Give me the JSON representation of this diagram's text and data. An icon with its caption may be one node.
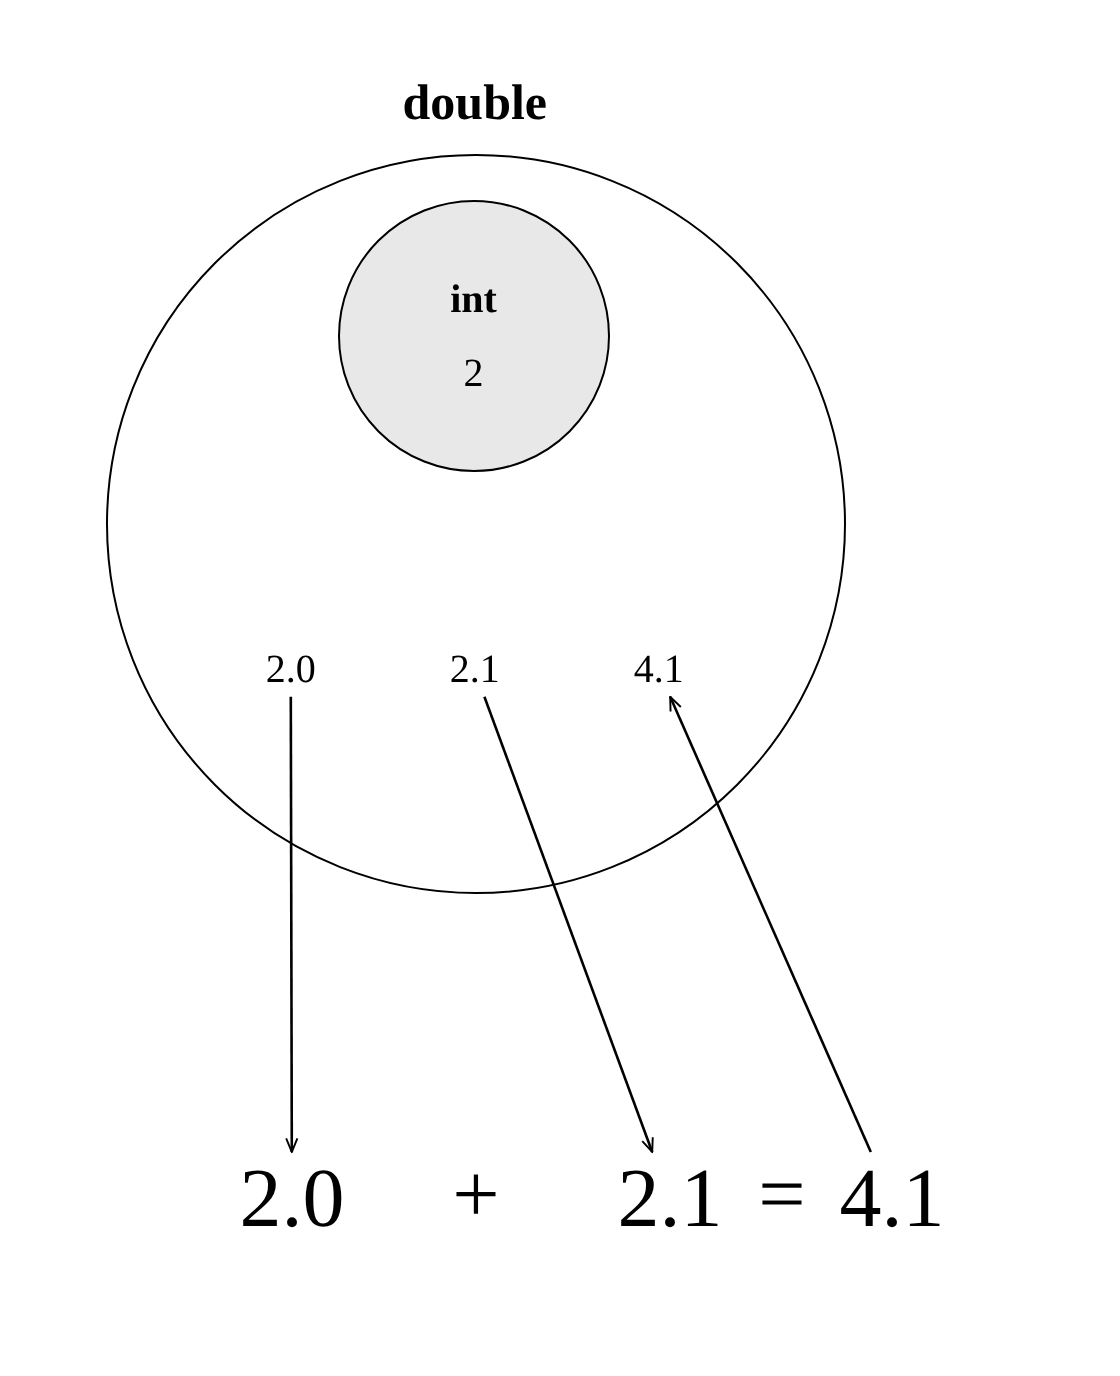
{
  "diagram": {
    "nodes": [
      {
        "text": [
          "double"
        ]
      },
      {
        "text": [
          "int",
          "2"
        ],
        "in": 0
      },
      {
        "text": [
          "2.0"
        ],
        "in": 0
      },
      {
        "text": [
          "2.1"
        ],
        "in": 0
      },
      {
        "text": [
          "4.1"
        ],
        "in": 0
      },
      {
        "text": [
          "2.0"
        ]
      },
      {
        "text": [
          "2.1"
        ]
      },
      {
        "text": [
          "4.1"
        ]
      }
    ],
    "edges": [
      {
        "from": 2,
        "to": 5,
        "arrow": "to"
      },
      {
        "from": 3,
        "to": 6,
        "arrow": "to"
      },
      {
        "from": 7,
        "to": 4,
        "arrow": "to"
      }
    ],
    "labels": [
      "+",
      "="
    ]
  }
}
